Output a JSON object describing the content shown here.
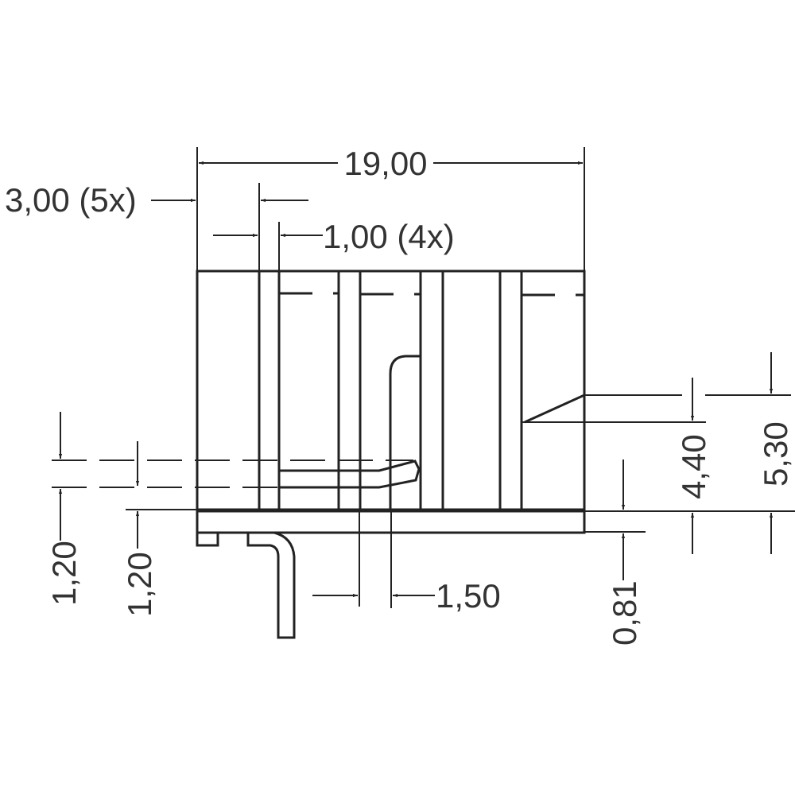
{
  "drawing": {
    "title": "Connector side view dimensional drawing",
    "units": "mm",
    "line_color": "#222222",
    "text_color": "#333333",
    "background": "#ffffff"
  },
  "dimensions": {
    "overall_width": "19,00",
    "pitch": "3,00 (5x)",
    "wall_thickness": "1,00 (4x)",
    "pin_gap": "1,50",
    "left_height_outer": "1,20",
    "left_height_inner": "1,20",
    "base_thickness": "0,81",
    "latch_height": "4,40",
    "total_height": "5,30"
  }
}
